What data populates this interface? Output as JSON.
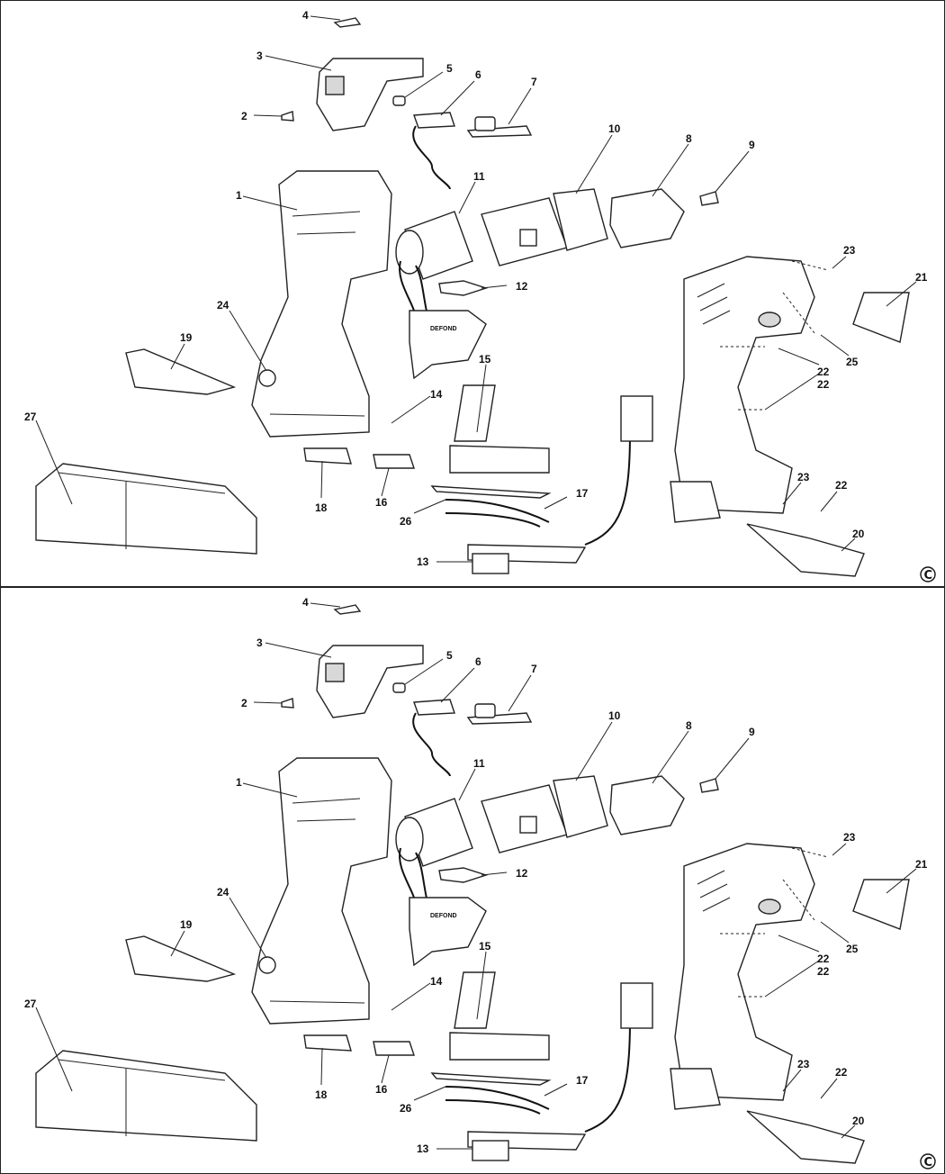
{
  "diagram": {
    "panels": [
      {
        "id": "top",
        "copyright": "C",
        "brand_mark": "DEFOND",
        "labels": [
          "1",
          "2",
          "3",
          "4",
          "5",
          "6",
          "7",
          "8",
          "9",
          "10",
          "11",
          "12",
          "13",
          "14",
          "15",
          "16",
          "17",
          "18",
          "19",
          "20",
          "21",
          "22",
          "23",
          "24",
          "25",
          "26",
          "27",
          "22",
          "22",
          "23"
        ]
      },
      {
        "id": "bottom",
        "copyright": "C",
        "brand_mark": "DEFOND",
        "labels": [
          "1",
          "2",
          "3",
          "4",
          "5",
          "6",
          "7",
          "8",
          "9",
          "10",
          "11",
          "12",
          "13",
          "14",
          "15",
          "16",
          "17",
          "18",
          "19",
          "20",
          "21",
          "22",
          "23",
          "24",
          "25",
          "26",
          "27",
          "22",
          "22",
          "23"
        ]
      }
    ]
  }
}
